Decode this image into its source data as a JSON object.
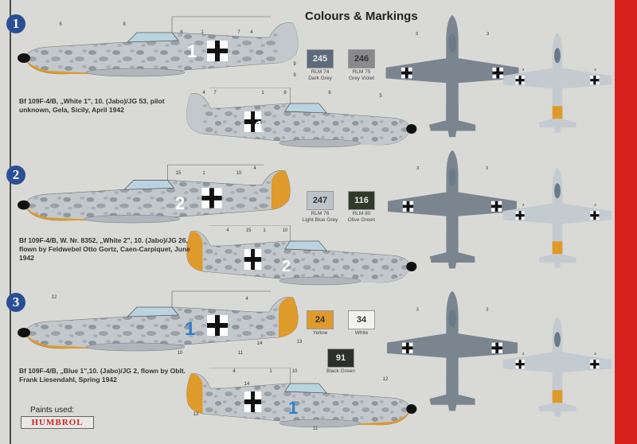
{
  "title": "Colours & Markings",
  "schemes": [
    {
      "number": "1",
      "caption_1": "Bf 109F-4/B, „White 1\", 10. (Jabo)/JG 53, pilot",
      "caption_2": "unknown, Gela, Sicily, April 1942",
      "fuselage_number": "1",
      "number_color": "#ffffff",
      "callouts_a": [
        "5",
        "8",
        "6",
        "1",
        "7",
        "4",
        "9",
        "9"
      ],
      "callouts_b": [
        "4",
        "7",
        "1",
        "8",
        "6",
        "5"
      ]
    },
    {
      "number": "2",
      "caption_1": "Bf 109F-4/B, W. Nr. 8352, „White 2\", 10. (Jabo)/JG 26,",
      "caption_2": "flown by Feldwebel Otto Gortz, Caen-Carpiquet, June",
      "caption_3": "1942",
      "fuselage_number": "2",
      "number_color": "#ffffff",
      "callouts_a": [
        "15",
        "1",
        "10",
        "4"
      ],
      "callouts_b": [
        "4",
        "15",
        "1",
        "10"
      ]
    },
    {
      "number": "3",
      "caption_1": "Bf 109F-4/B, „Blue 1\",10. (Jabo)/JG 2, flown by Oblt.",
      "caption_2": "Frank Liesendahl, Spring 1942",
      "fuselage_number": "1",
      "number_color": "#2f7fc8",
      "callouts_a": [
        "12",
        "4",
        "13",
        "14",
        "11",
        "10"
      ],
      "callouts_b": [
        "4",
        "14",
        "1",
        "10",
        "12",
        "13",
        "11"
      ]
    }
  ],
  "planform_callouts": {
    "upper": "3",
    "lower": "2"
  },
  "swatches": [
    {
      "code": "245",
      "rlm": "RLM 74",
      "name": "Dark Grey",
      "color": "#5d6b7a",
      "text": "#e8e8e8"
    },
    {
      "code": "246",
      "rlm": "RLM 75",
      "name": "Grey Violet",
      "color": "#8a8a8e",
      "text": "#333333"
    },
    {
      "code": "247",
      "rlm": "RLM 76",
      "name": "Light Blue Grey",
      "color": "#bcc4ca",
      "text": "#333333"
    },
    {
      "code": "116",
      "rlm": "RLM 80",
      "name": "Olive Green",
      "color": "#2f3a2a",
      "text": "#e8e8e8"
    },
    {
      "code": "24",
      "rlm": "",
      "name": "Yellow",
      "color": "#de9a2a",
      "text": "#333333"
    },
    {
      "code": "34",
      "rlm": "",
      "name": "White",
      "color": "#f2f2f0",
      "text": "#333333"
    },
    {
      "code": "91",
      "rlm": "",
      "name": "Black Green",
      "color": "#2b302c",
      "text": "#e8e8e8"
    }
  ],
  "footer": {
    "paints_label": "Paints used:",
    "brand": "HUMBROL"
  }
}
